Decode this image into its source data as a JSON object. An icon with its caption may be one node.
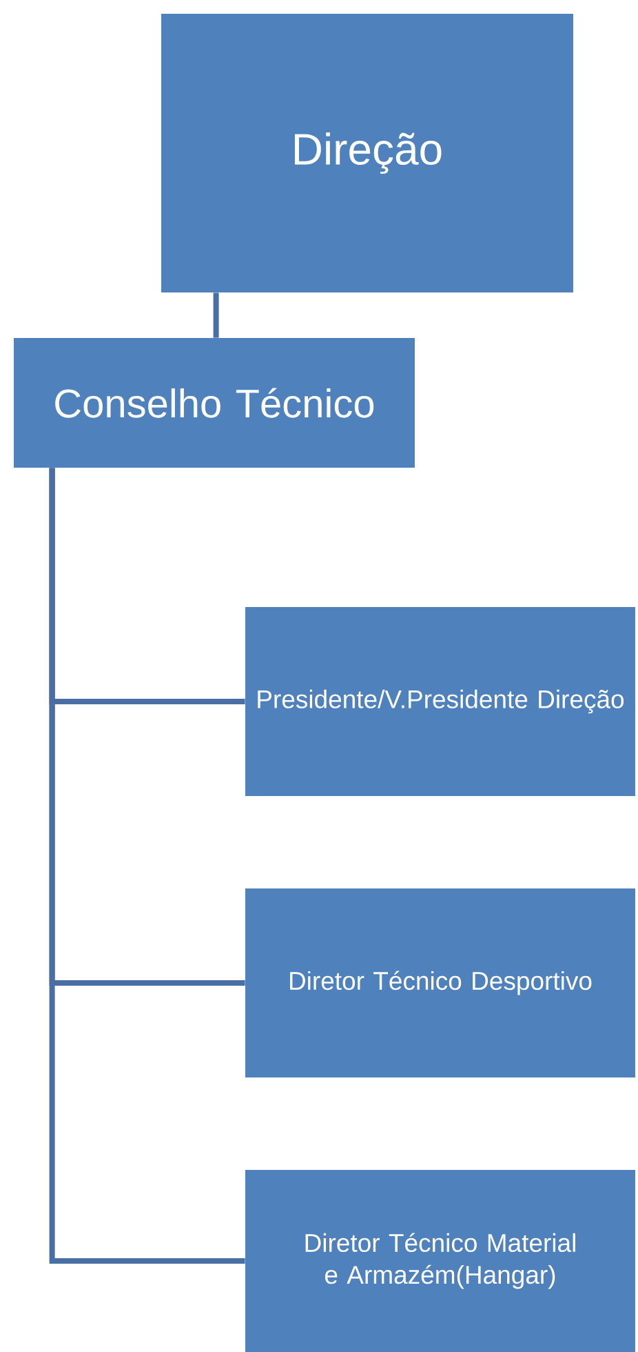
{
  "diagram": {
    "nodes": [
      {
        "text": [
          "Direção"
        ]
      },
      {
        "text": [
          "Conselho Técnico"
        ]
      },
      {
        "text": [
          "Presidente/V.Presidente Direção"
        ]
      },
      {
        "text": [
          "Diretor Técnico Desportivo"
        ]
      },
      {
        "text": [
          "Diretor Técnico Material e Armazém(Hangar)"
        ]
      }
    ],
    "edges": [
      {
        "from": 0,
        "to": 1,
        "arrow": "none"
      },
      {
        "from": 1,
        "to": 2,
        "arrow": "none"
      },
      {
        "from": 1,
        "to": 3,
        "arrow": "none"
      },
      {
        "from": 1,
        "to": 4,
        "arrow": "none"
      }
    ]
  }
}
